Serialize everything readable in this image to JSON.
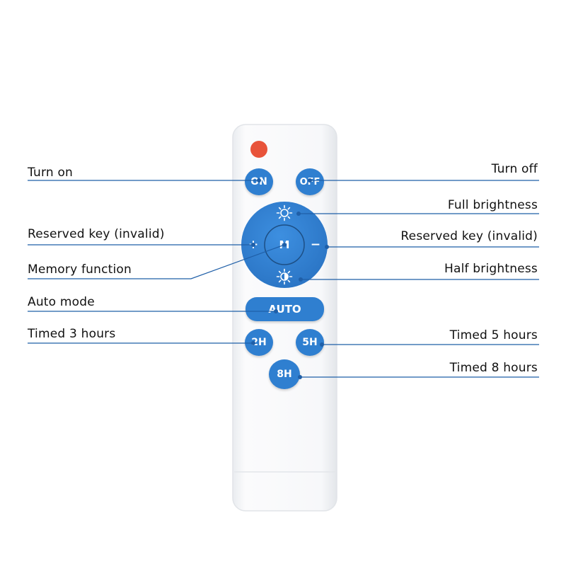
{
  "colors": {
    "key_blue": "#2f7fd0",
    "power_led": "#e8533a",
    "leader_line": "#1f5fa8",
    "remote_body": "#f7f8fa"
  },
  "remote": {
    "buttons": {
      "on": "ON",
      "off": "OFF",
      "plus": "+",
      "memory": "M",
      "minus": "−",
      "auto": "AUTO",
      "timer_2h": "2H",
      "timer_5h": "5H",
      "timer_8h": "8H"
    },
    "icons": {
      "full_brightness": "sun-icon",
      "half_brightness": "half-sun-icon",
      "power_indicator": "led-indicator"
    }
  },
  "callouts": {
    "turn_on": "Turn on",
    "turn_off": "Turn off",
    "full_brightness": "Full brightness",
    "reserved_left": "Reserved key (invalid)",
    "reserved_right": "Reserved key (invalid)",
    "memory_function": "Memory function",
    "half_brightness": "Half brightness",
    "auto_mode": "Auto mode",
    "timed_3": "Timed 3 hours",
    "timed_5": "Timed 5 hours",
    "timed_8": "Timed 8 hours"
  }
}
